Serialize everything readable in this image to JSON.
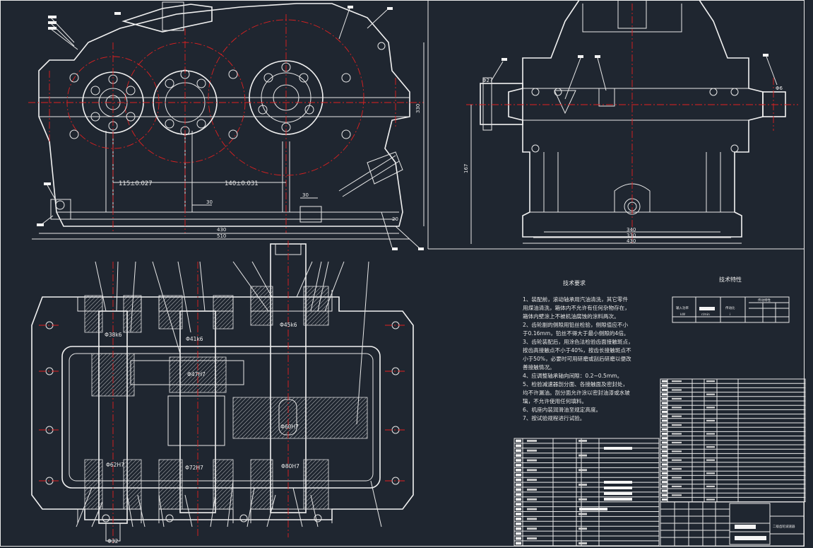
{
  "drawing": {
    "frame_color": "#e8e8e8",
    "centerline_color": "#e02020",
    "background": "#1f2630"
  },
  "front_view": {
    "dims": {
      "d1": "115±0.027",
      "d2": "140±0.031",
      "d3": "30",
      "d4": "30",
      "d5": "20",
      "d6": "430",
      "d7": "510",
      "d8": "330"
    }
  },
  "side_view": {
    "dims": {
      "d1": "Φ2",
      "d2": "167",
      "d3": "340",
      "d4": "330",
      "d5": "430",
      "d6": "Φ6"
    }
  },
  "plan_view": {
    "dims": {
      "d1": "Φ38k6",
      "d2": "Φ41k6",
      "d3": "Φ45k6",
      "d4": "Φ47H7",
      "d5": "Φ60H7",
      "d6": "Φ62H7",
      "d7": "Φ72H7",
      "d8": "Φ80H7",
      "d9": "Φ32"
    }
  },
  "tech_requirements": {
    "title": "技术要求",
    "lines": [
      "1、装配前，滚动轴承用汽油清洗，其它零件",
      "用煤油清洗，箱体内不允许有任何杂物存在，",
      "箱体内壁涂上不被机油腐蚀的涂料两次。",
      "2、齿轮副的侧隙用铅丝检验，侧隙值应不小",
      "于0.16mm，铅丝不得大于最小侧隙的4倍。",
      "3、齿轮装配后，用涂色法检验齿面接触斑点，",
      "按齿高接触点不小于40%，按齿长接触斑点不",
      "小于50%，必要时可用研磨或刮后研磨以便改",
      "善接触情况。",
      "4、应调整轴承轴向间隙：0.2~0.5mm。",
      "5、检验减速器剖分面、各接触面及密封处，",
      "均不许漏油。剖分面允许涂以密封油漆或水玻",
      "璃，不允许使用任何填料。",
      "6、机座内装润滑油至规定高度。",
      "7、按试验规程进行试验。"
    ]
  },
  "tech_specs": {
    "title": "技术特性",
    "cells": [
      "输入功率",
      "kW",
      "r/min",
      "传动比",
      "i",
      "传动特性"
    ]
  },
  "title_block": {
    "name": "二级齿轮减速器"
  }
}
